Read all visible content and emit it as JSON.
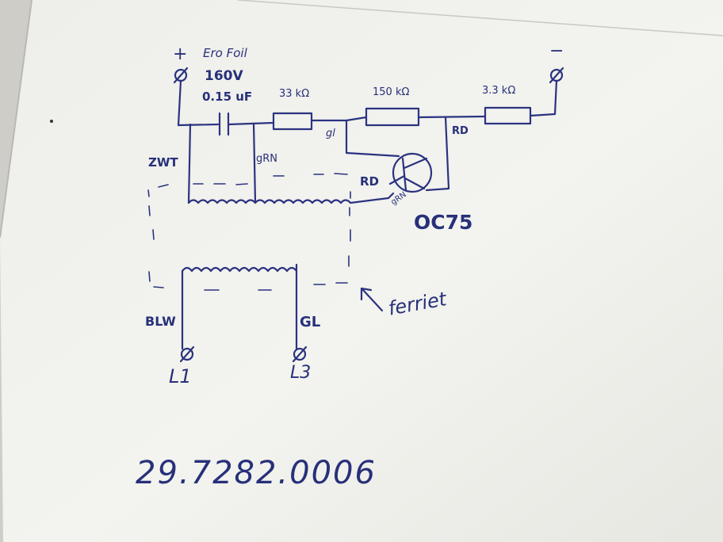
{
  "diagram": {
    "labels": {
      "plus_terminal": "+",
      "minus_terminal": "−",
      "capacitor_brand": "Ero Foil",
      "capacitor_voltage": "160V",
      "capacitor_value": "0.15 uF",
      "resistor_1": "33 kΩ",
      "resistor_2": "150 kΩ",
      "resistor_3": "3.3 kΩ",
      "wire_gl_small": "gl",
      "wire_rd_top": "RD",
      "wire_zwt": "ZWT",
      "wire_grn_top": "gRN",
      "wire_rd_mid": "RD",
      "wire_grn_small": "gRN",
      "transistor": "OC75",
      "core": "ferriet",
      "wire_blw": "BLW",
      "wire_gl": "GL",
      "terminal_l1": "L1",
      "terminal_l3": "L3",
      "part_number": "29.7282.0006"
    },
    "colors": {
      "ink": "#2b3380",
      "paper": "#f1f1ec",
      "background": "#d7d6d1"
    }
  }
}
